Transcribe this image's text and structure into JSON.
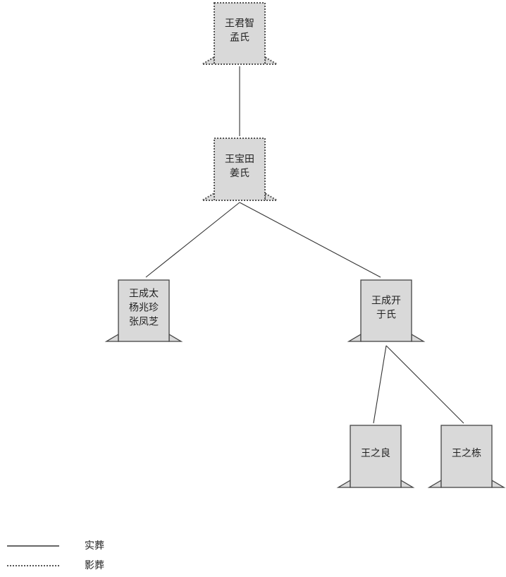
{
  "nodes": [
    {
      "id": "wang-junzhi",
      "lines": [
        "王君智",
        "孟氏"
      ],
      "burial": "dotted"
    },
    {
      "id": "wang-baotian",
      "lines": [
        "王宝田",
        "姜氏"
      ],
      "burial": "dotted"
    },
    {
      "id": "wang-chengtai",
      "lines": [
        "王成太",
        "杨兆珍",
        "张凤芝"
      ],
      "burial": "solid"
    },
    {
      "id": "wang-chengkai",
      "lines": [
        "王成开",
        "于氏"
      ],
      "burial": "solid"
    },
    {
      "id": "wang-zhiliang",
      "lines": [
        "王之良"
      ],
      "burial": "solid"
    },
    {
      "id": "wang-zhidong",
      "lines": [
        "王之栋"
      ],
      "burial": "solid"
    }
  ],
  "edges": [
    {
      "from": "wang-junzhi",
      "to": "wang-baotian"
    },
    {
      "from": "wang-baotian",
      "to": "wang-chengtai"
    },
    {
      "from": "wang-baotian",
      "to": "wang-chengkai"
    },
    {
      "from": "wang-chengkai",
      "to": "wang-zhiliang"
    },
    {
      "from": "wang-chengkai",
      "to": "wang-zhidong"
    }
  ],
  "legend": {
    "solid_label": "实葬",
    "dotted_label": "影葬"
  },
  "colors": {
    "box_fill": "#d9d9d9",
    "stroke": "#444444",
    "dotted_stroke": "#555555",
    "line": "#333333"
  }
}
